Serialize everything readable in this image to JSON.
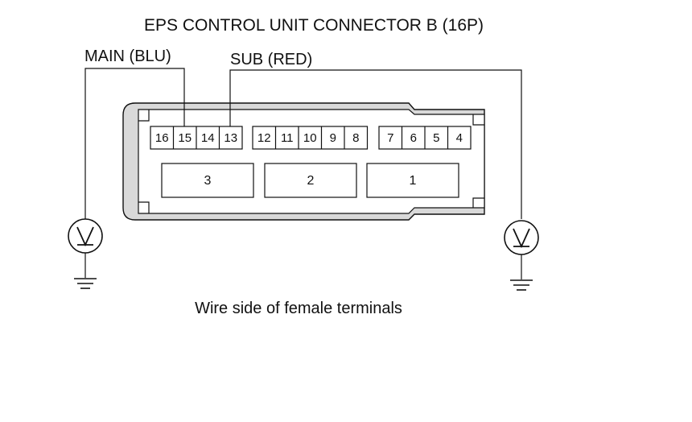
{
  "title": "EPS CONTROL UNIT CONNECTOR B (16P)",
  "labels": {
    "main": "MAIN (BLU)",
    "sub": "SUB (RED)"
  },
  "caption": "Wire side of female terminals",
  "pins": {
    "group_left": [
      "16",
      "15",
      "14",
      "13"
    ],
    "group_mid": [
      "12",
      "11",
      "10",
      "9",
      "8"
    ],
    "group_right": [
      "7",
      "6",
      "5",
      "4"
    ]
  },
  "blocks": [
    "3",
    "2",
    "1"
  ],
  "meters": {
    "left_symbol": "voltmeter-icon",
    "right_symbol": "voltmeter-icon"
  }
}
